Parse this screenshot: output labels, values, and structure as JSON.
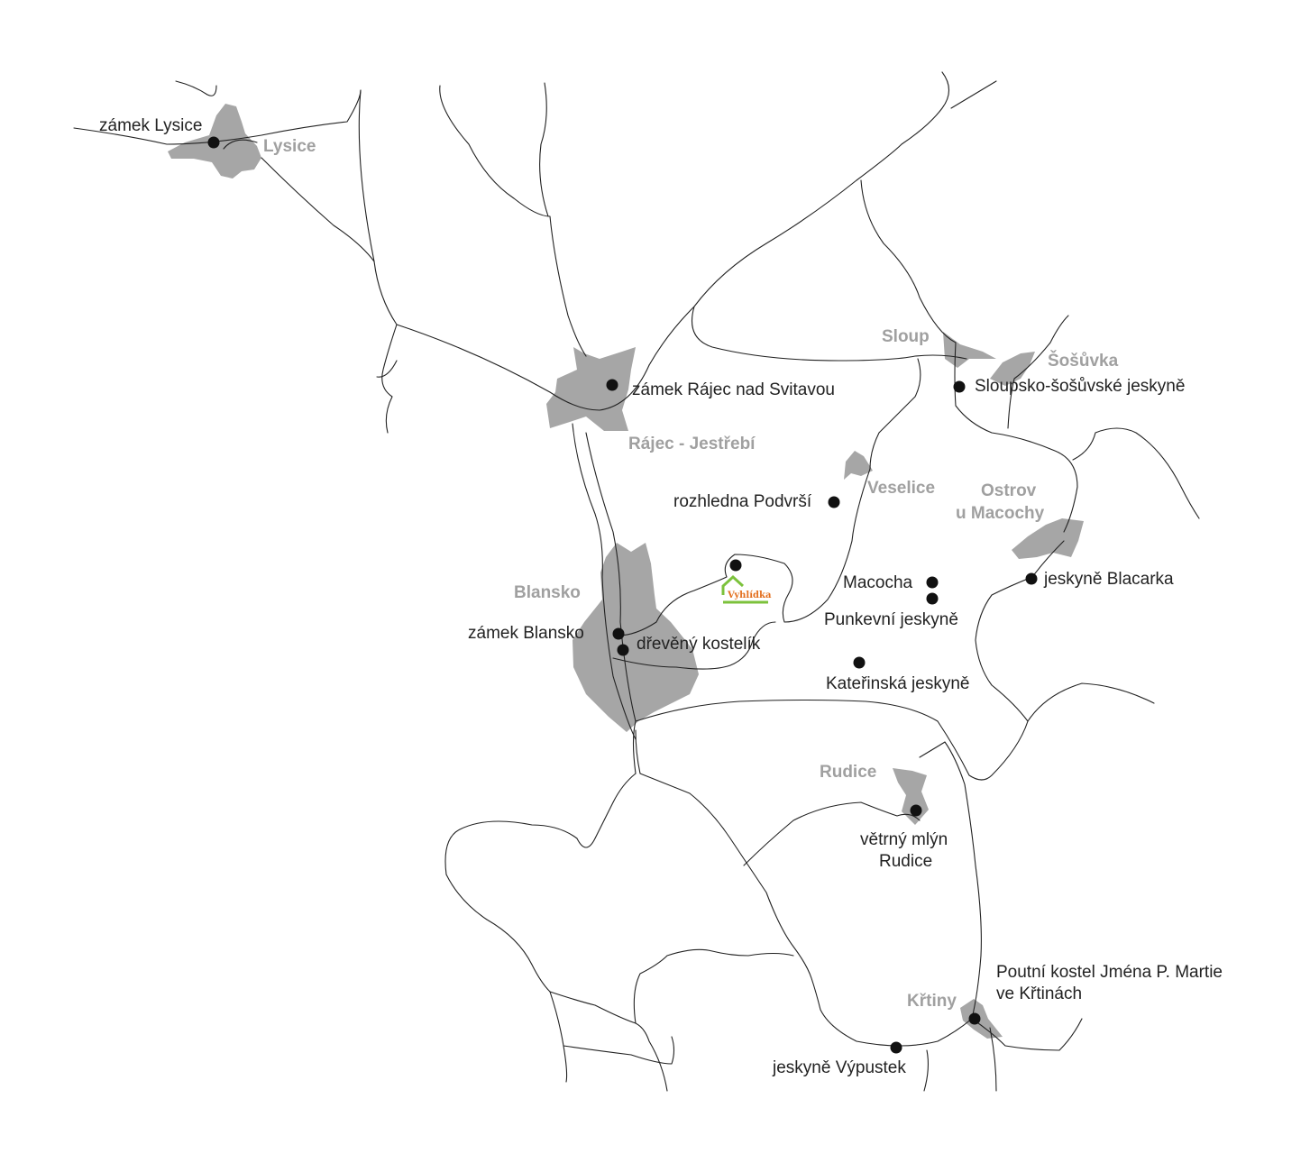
{
  "colors": {
    "background": "#ffffff",
    "road": "#222222",
    "settlement_area": "#a6a6a6",
    "town_label": "#a0a0a0",
    "poi_dot": "#111111",
    "logo_green": "#7cc23c",
    "logo_orange": "#e36f1e"
  },
  "towns": {
    "lysice": "Lysice",
    "rajec": "Rájec - Jestřebí",
    "blansko": "Blansko",
    "sloup": "Sloup",
    "sosuvka": "Šošůvka",
    "veselice": "Veselice",
    "ostrov_line1": "Ostrov",
    "ostrov_line2": "u Macochy",
    "rudice": "Rudice",
    "krtiny": "Křtiny"
  },
  "pois": {
    "zamek_lysice": "zámek Lysice",
    "zamek_rajec": "zámek Rájec nad Svitavou",
    "sloupsko": "Sloupsko-šošůvské jeskyně",
    "rozhledna": "rozhledna Podvrší",
    "macocha": "Macocha",
    "punkevni": "Punkevní jeskyně",
    "blacarka": "jeskyně Blacarka",
    "zamek_blansko": "zámek Blansko",
    "kostelik": "dřevěný kostelík",
    "katerinska": "Kateřinská jeskyně",
    "mlyn_line1": "větrný mlýn",
    "mlyn_line2": "Rudice",
    "kostel_line1": "Poutní kostel Jména P. Martie",
    "kostel_line2": "ve Křtinách",
    "vypustek": "jeskyně Výpustek"
  },
  "logo": {
    "text": "Vyhlídka",
    "icon": "house-icon"
  }
}
